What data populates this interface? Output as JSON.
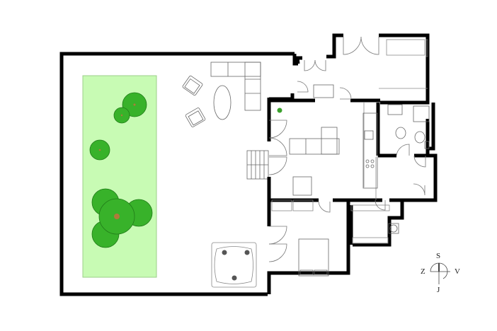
{
  "diagram": {
    "type": "floor-plan",
    "colors": {
      "wall": "#000000",
      "thin_line": "#8a8a8a",
      "lawn": "#c8fbb4",
      "lawn_border": "#9ccf8a",
      "tree": "#38b22a",
      "tree_border": "#207a18",
      "trunk": "#b07a3a",
      "plant": "#3aa02c",
      "background": "#ffffff"
    },
    "areas": [
      {
        "id": "terrace",
        "label": ""
      },
      {
        "id": "lawn",
        "label": ""
      },
      {
        "id": "living-kitchen",
        "label": ""
      },
      {
        "id": "bedroom-1",
        "label": ""
      },
      {
        "id": "bedroom-2",
        "label": ""
      },
      {
        "id": "bathroom",
        "label": ""
      },
      {
        "id": "toilet",
        "label": ""
      },
      {
        "id": "hall",
        "label": ""
      },
      {
        "id": "utility",
        "label": ""
      },
      {
        "id": "entrance",
        "label": ""
      }
    ],
    "compass": {
      "north": "S",
      "west": "Z",
      "east": "V",
      "south": "J"
    }
  }
}
